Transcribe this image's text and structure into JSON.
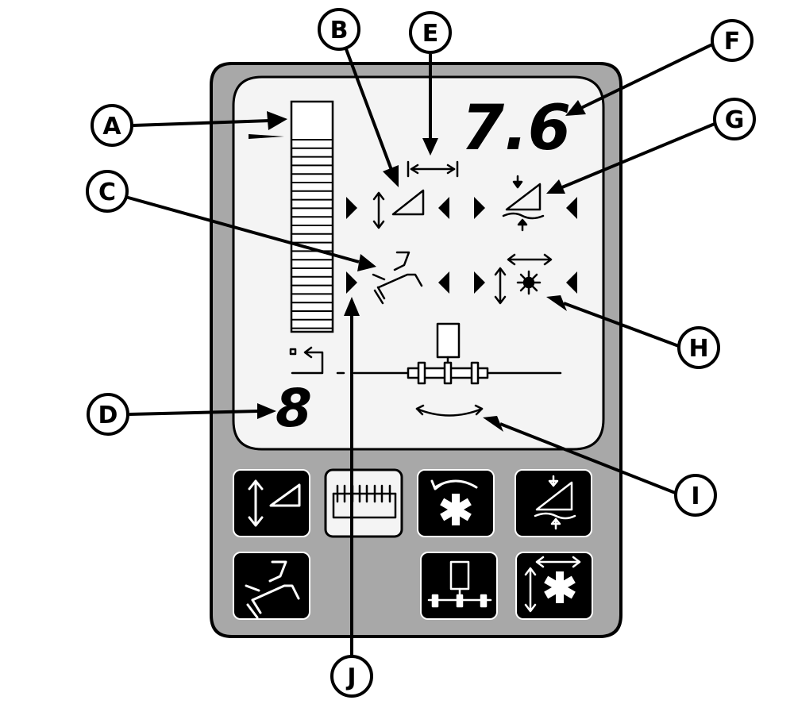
{
  "display": {
    "speed_value": "7.6",
    "digit_value": "8"
  },
  "callouts": {
    "a": "A",
    "b": "B",
    "c": "C",
    "d": "D",
    "e": "E",
    "f": "F",
    "g": "G",
    "h": "H",
    "i": "I",
    "j": "J"
  },
  "buttons": [
    {
      "icon": "header-height-icon"
    },
    {
      "icon": "header-width-icon"
    },
    {
      "icon": "reel-speed-icon"
    },
    {
      "icon": "header-float-icon"
    },
    {
      "icon": "feeder-house-icon"
    },
    {
      "icon": "header-position-icon"
    },
    {
      "icon": "reel-position-icon"
    }
  ],
  "colors": {
    "housing": "#a8a8a8",
    "screen": "#f4f4f4",
    "button": "#000000",
    "ink": "#000000"
  }
}
